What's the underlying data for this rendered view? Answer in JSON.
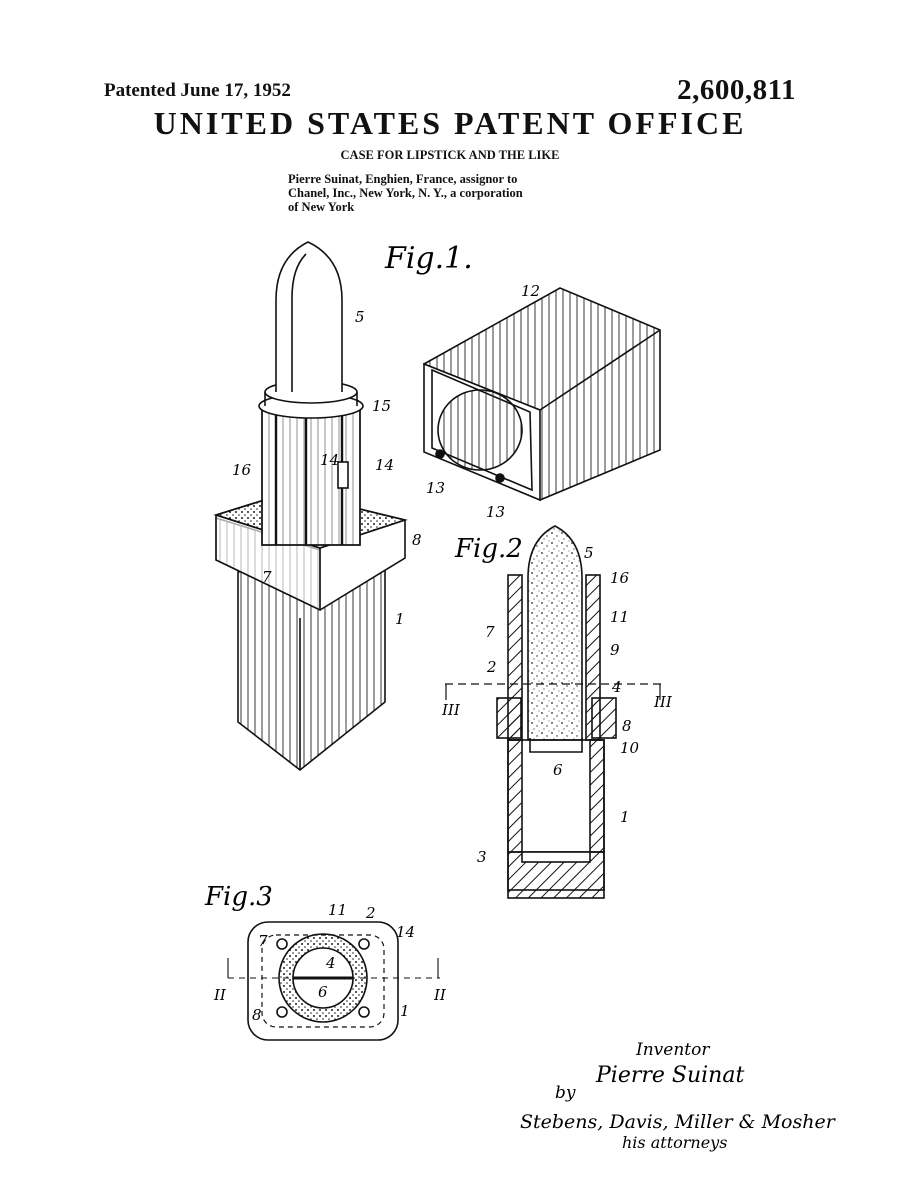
{
  "header": {
    "patent_date": "Patented June 17, 1952",
    "patent_number": "2,600,811",
    "office": "UNITED STATES PATENT OFFICE",
    "title": "CASE FOR LIPSTICK AND THE LIKE",
    "assignment": [
      "Pierre Suinat, Enghien, France, assignor to",
      "Chanel, Inc., New York, N. Y., a corporation",
      "of New York"
    ]
  },
  "figures": {
    "fig1": {
      "label": "Fig.1.",
      "refs": [
        "12",
        "5",
        "15",
        "14",
        "14",
        "16",
        "13",
        "13",
        "8",
        "7",
        "1"
      ]
    },
    "fig2": {
      "label": "Fig.2",
      "refs": [
        "5",
        "16",
        "7",
        "11",
        "2",
        "9",
        "4",
        "III",
        "III",
        "8",
        "10",
        "6",
        "1",
        "3"
      ]
    },
    "fig3": {
      "label": "Fig.3",
      "refs": [
        "11",
        "2",
        "7",
        "14",
        "4",
        "6",
        "II",
        "II",
        "8",
        "1"
      ]
    }
  },
  "signature": {
    "inventor_label": "Inventor",
    "inventor_name": "Pierre Suinat",
    "by": "by",
    "attorneys": "Stebens, Davis, Miller & Mosher",
    "attorneys_label": "his attorneys"
  }
}
